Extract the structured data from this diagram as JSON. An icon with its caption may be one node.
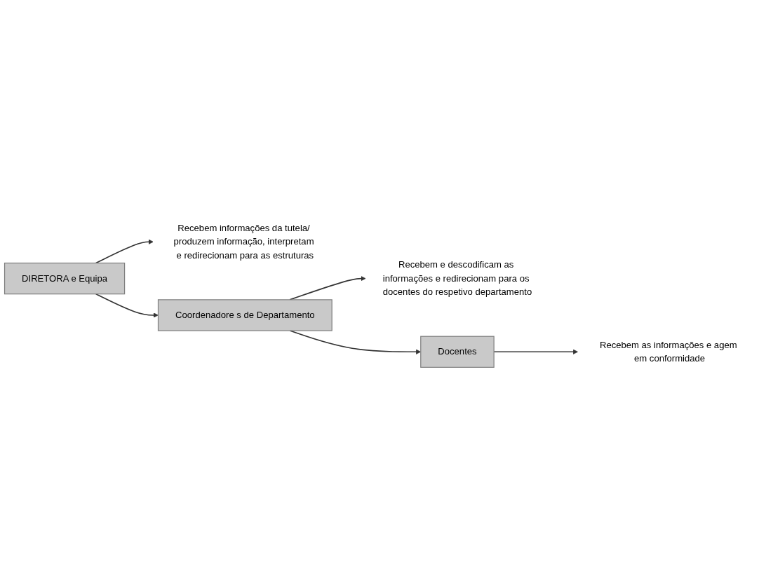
{
  "diagram": {
    "nodes": [
      {
        "text": [
          "DIRETORA e Equipa"
        ]
      },
      {
        "text": [
          "Recebem informações da tutela/ produzem informação, interpretam e redirecionam para as estruturas"
        ]
      },
      {
        "text": [
          "Coordenadore s de Departamento"
        ]
      },
      {
        "text": [
          "Recebem e descodificam as informações e redirecionam para os docentes do respetivo departamento"
        ]
      },
      {
        "text": [
          "Docentes"
        ]
      },
      {
        "text": [
          "Recebem as informações e agem em conformidade"
        ]
      }
    ],
    "edges": [
      {
        "from": 0,
        "to": 1,
        "arrow": "to"
      },
      {
        "from": 0,
        "to": 2,
        "arrow": "to"
      },
      {
        "from": 2,
        "to": 3,
        "arrow": "to"
      },
      {
        "from": 2,
        "to": 4,
        "arrow": "to"
      },
      {
        "from": 4,
        "to": 5,
        "arrow": "to"
      }
    ]
  }
}
